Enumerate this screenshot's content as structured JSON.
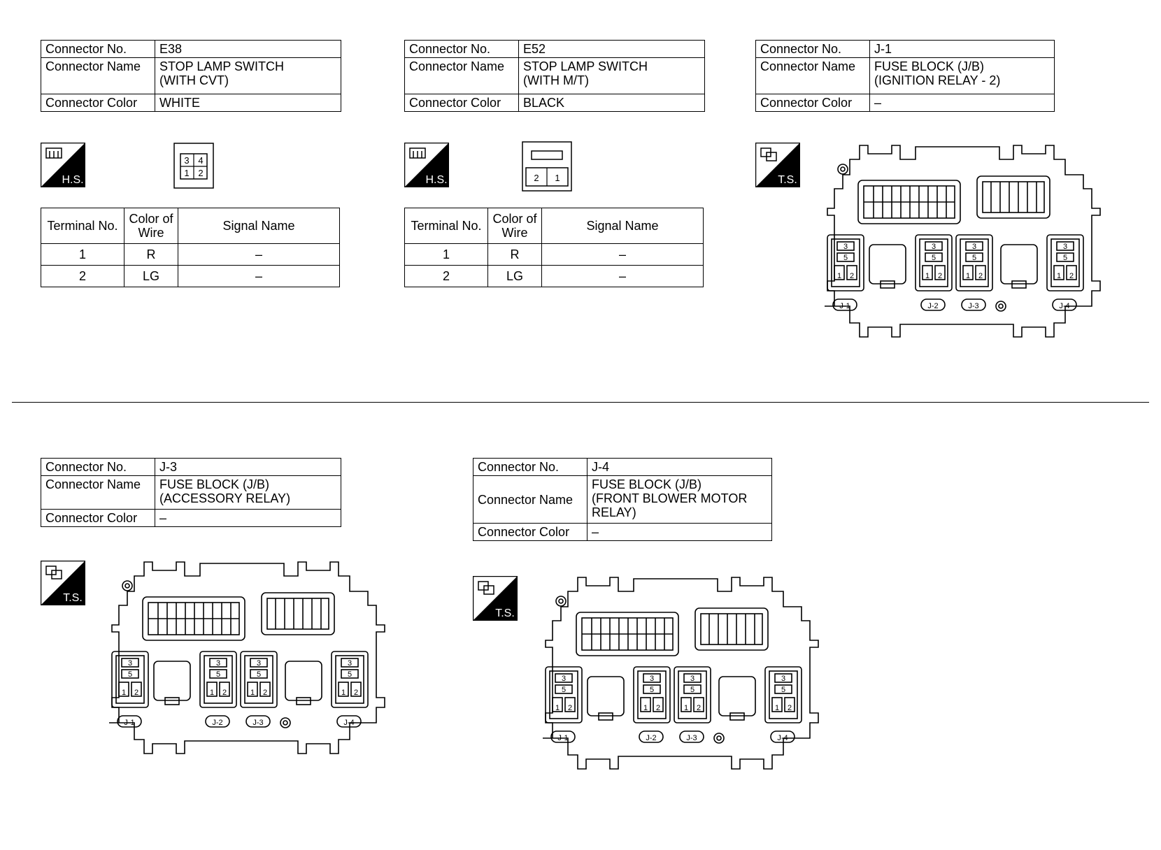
{
  "labels": {
    "connector_no": "Connector No.",
    "connector_name": "Connector Name",
    "connector_color": "Connector Color",
    "terminal_no": "Terminal No.",
    "color_of_wire": "Color of\nWire",
    "signal_name": "Signal Name"
  },
  "badges": {
    "hs": "H.S.",
    "ts": "T.S."
  },
  "connectors": [
    {
      "no": "E38",
      "name": "STOP LAMP SWITCH\n(WITH CVT)",
      "color": "WHITE",
      "view": "hs",
      "face_pins": [
        "3",
        "4",
        "1",
        "2"
      ],
      "terminals": [
        {
          "no": "1",
          "wire": "R",
          "signal": "–"
        },
        {
          "no": "2",
          "wire": "LG",
          "signal": "–"
        }
      ]
    },
    {
      "no": "E52",
      "name": "STOP LAMP SWITCH\n(WITH M/T)",
      "color": "BLACK",
      "view": "hs",
      "face_pins": [
        "2",
        "1"
      ],
      "terminals": [
        {
          "no": "1",
          "wire": "R",
          "signal": "–"
        },
        {
          "no": "2",
          "wire": "LG",
          "signal": "–"
        }
      ]
    },
    {
      "no": "J-1",
      "name": "FUSE BLOCK (J/B)\n(IGNITION RELAY - 2)",
      "color": "–",
      "view": "ts"
    },
    {
      "no": "J-3",
      "name": "FUSE BLOCK (J/B)\n(ACCESSORY RELAY)",
      "color": "–",
      "view": "ts"
    },
    {
      "no": "J-4",
      "name": "FUSE BLOCK (J/B)\n(FRONT BLOWER MOTOR\nRELAY)",
      "color": "–",
      "view": "ts"
    }
  ],
  "fuse_block": {
    "relay_pins": [
      "3",
      "5",
      "1",
      "2"
    ],
    "relay_labels": [
      "J-1",
      "J-2",
      "J-3",
      "J-4"
    ]
  }
}
